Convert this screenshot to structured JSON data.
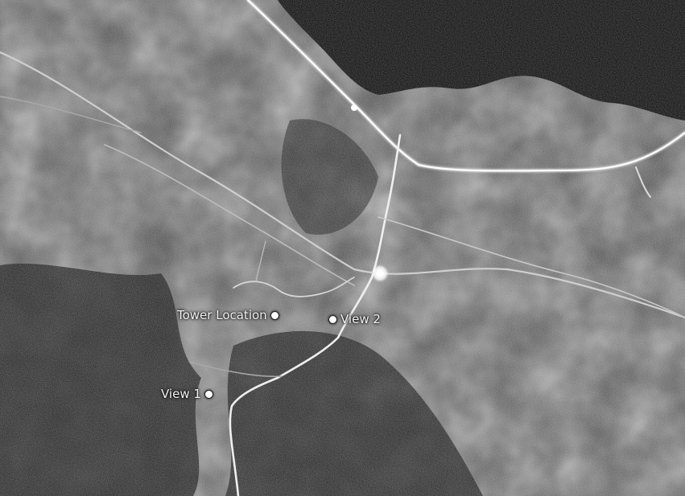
{
  "map": {
    "markers": [
      {
        "id": "tower",
        "label": "Tower Location"
      },
      {
        "id": "view2",
        "label": "View 2"
      },
      {
        "id": "view1",
        "label": "View 1"
      }
    ],
    "colors": {
      "water": "#050505",
      "terrain_light": "#6e6e6e",
      "terrain_dark": "#1e1e1e",
      "road": "#e8e8e8",
      "marker": "#ffffff"
    },
    "icons": {
      "marker": "location-dot-icon"
    }
  }
}
